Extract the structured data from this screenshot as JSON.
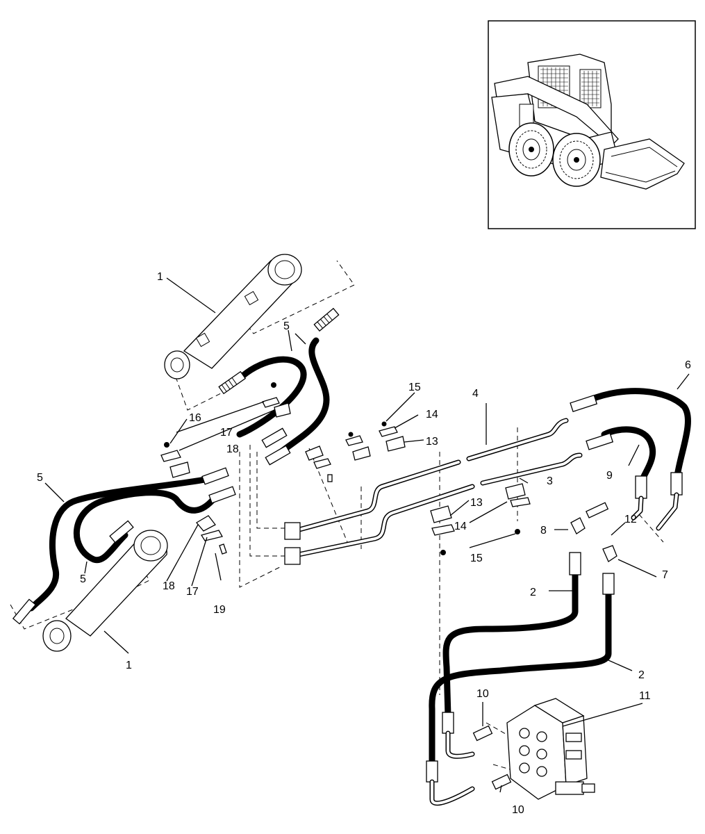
{
  "callouts": {
    "c1a": "1",
    "c1b": "1",
    "c2a": "2",
    "c2b": "2",
    "c3": "3",
    "c4": "4",
    "c5a": "5",
    "c5b": "5",
    "c5c": "5",
    "c6": "6",
    "c7": "7",
    "c8": "8",
    "c9": "9",
    "c10a": "10",
    "c10b": "10",
    "c11": "11",
    "c12": "12",
    "c13a": "13",
    "c13b": "13",
    "c14a": "14",
    "c14b": "14",
    "c15a": "15",
    "c15b": "15",
    "c16": "16",
    "c17a": "17",
    "c17b": "17",
    "c18a": "18",
    "c18b": "18",
    "c19": "19"
  }
}
